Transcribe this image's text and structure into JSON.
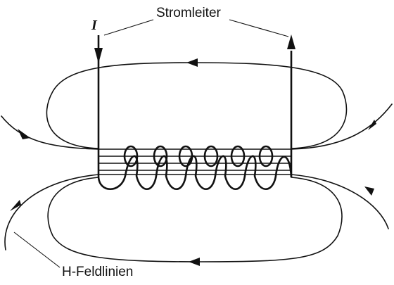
{
  "labels": {
    "conductor": "Stromleiter",
    "current": "I",
    "field_lines": "H-Feldlinien"
  }
}
